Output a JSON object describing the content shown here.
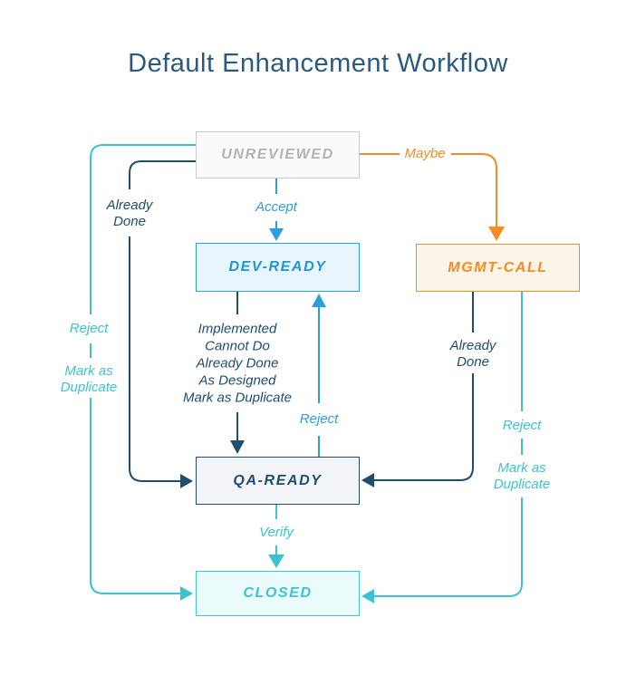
{
  "title": "Default Enhancement Workflow",
  "nodes": {
    "unreviewed": {
      "label": "UNREVIEWED"
    },
    "dev_ready": {
      "label": "DEV-READY"
    },
    "mgmt_call": {
      "label": "MGMT-CALL"
    },
    "qa_ready": {
      "label": "QA-READY"
    },
    "closed": {
      "label": "CLOSED"
    }
  },
  "edges": {
    "accept": {
      "label": "Accept"
    },
    "maybe": {
      "label": "Maybe"
    },
    "already_done_left": {
      "label": "Already\nDone"
    },
    "reject_left": {
      "label": "Reject"
    },
    "mark_duplicate_left": {
      "label": "Mark as\nDuplicate"
    },
    "dev_to_qa_reasons": {
      "label": "Implemented\nCannot Do\nAlready Done\nAs Designed\nMark as Duplicate"
    },
    "reject_mid": {
      "label": "Reject"
    },
    "already_done_right": {
      "label": "Already\nDone"
    },
    "reject_right": {
      "label": "Reject"
    },
    "mark_duplicate_right": {
      "label": "Mark as\nDuplicate"
    },
    "verify": {
      "label": "Verify"
    }
  },
  "colors": {
    "navy": "#1e4e6e",
    "blue": "#2b9fd8",
    "teal": "#3cc3d2",
    "orange": "#f68b1f",
    "title_text": "#2b5a7c",
    "unreviewed_border": "#c9c9c9",
    "unreviewed_text": "#b0b3b6"
  }
}
